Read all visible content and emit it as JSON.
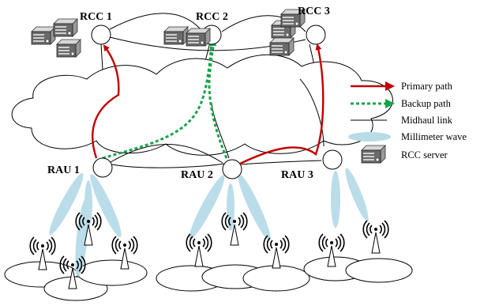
{
  "rcc": [
    {
      "label": "RCC 1"
    },
    {
      "label": "RCC 2"
    },
    {
      "label": "RCC 3"
    }
  ],
  "rau": [
    {
      "label": "RAU 1"
    },
    {
      "label": "RAU 2"
    },
    {
      "label": "RAU 3"
    }
  ],
  "legend": {
    "primary": "Primary path",
    "backup": "Backup path",
    "midhaul": "Midhaul link",
    "mmwave": "Millimeter wave",
    "server": "RCC server"
  },
  "colors": {
    "primary": "#c00000",
    "backup": "#17a34a",
    "beam": "#b7dce8",
    "line": "#000000"
  }
}
